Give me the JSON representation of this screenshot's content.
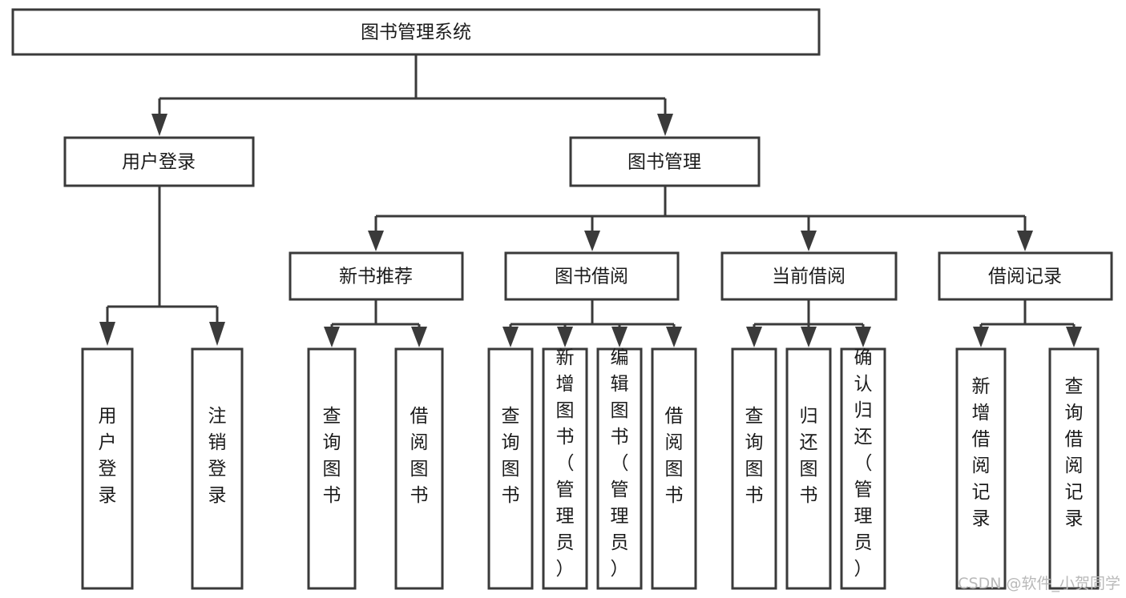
{
  "diagram": {
    "title": "图书管理系统",
    "type": "tree",
    "orientation": "top-down",
    "colors": {
      "box_stroke": "#3a3a3a",
      "box_fill": "#ffffff",
      "text": "#1b1b1b",
      "background": "#ffffff",
      "watermark": "#b9b9b9"
    },
    "levels": {
      "root": {
        "label": "图书管理系统"
      },
      "level2": [
        {
          "label": "用户登录"
        },
        {
          "label": "图书管理"
        }
      ],
      "level3": [
        {
          "label": "新书推荐"
        },
        {
          "label": "图书借阅"
        },
        {
          "label": "当前借阅"
        },
        {
          "label": "借阅记录"
        }
      ],
      "leaves": {
        "user_login": [
          {
            "label": "用户登录"
          },
          {
            "label": "注销登录"
          }
        ],
        "new_book_recommend": [
          {
            "label": "查询图书"
          },
          {
            "label": "借阅图书"
          }
        ],
        "book_borrow": [
          {
            "label": "查询图书"
          },
          {
            "label": "新增图书（管理员）"
          },
          {
            "label": "编辑图书（管理员）"
          },
          {
            "label": "借阅图书"
          }
        ],
        "current_borrow": [
          {
            "label": "查询图书"
          },
          {
            "label": "归还图书"
          },
          {
            "label": "确认归还（管理员）"
          }
        ],
        "borrow_record": [
          {
            "label": "新增借阅记录"
          },
          {
            "label": "查询借阅记录"
          }
        ]
      }
    }
  },
  "watermark": {
    "text": "CSDN @软件_小贺同学"
  }
}
